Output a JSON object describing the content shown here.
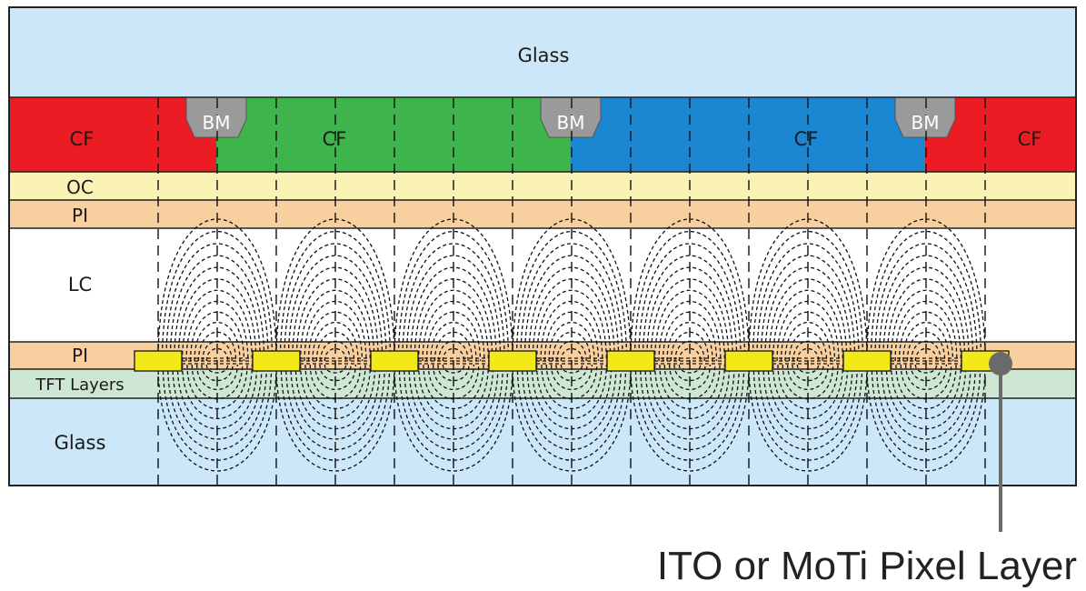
{
  "layers": {
    "top_glass": "Glass",
    "cf_left": "CF",
    "cf_green": "CF",
    "cf_blue": "CF",
    "cf_right": "CF",
    "bm": "BM",
    "oc": "OC",
    "pi_top": "PI",
    "lc": "LC",
    "pi_bottom": "PI",
    "tft": "TFT Layers",
    "bottom_glass": "Glass"
  },
  "caption": "ITO or MoTi Pixel Layer",
  "colors": {
    "glass": "#cce8f8",
    "cf_red": "#ec1c24",
    "cf_green": "#3db54a",
    "cf_blue": "#1b87d2",
    "bm": "#9a9a9a",
    "oc": "#fbf3b5",
    "pi": "#f8cf9e",
    "lc": "#ffffff",
    "tft": "#cde7d4",
    "electrode": "#f3e918",
    "pointer": "#6a6a6a"
  }
}
